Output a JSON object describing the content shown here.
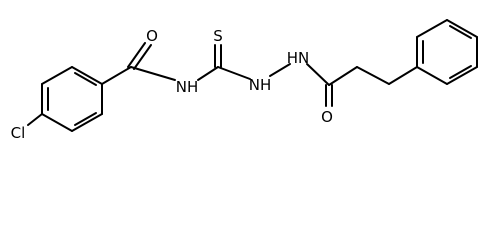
{
  "molecule": {
    "atom_labels": {
      "chlorine": "Cl",
      "amide_oxygen": "O",
      "amide_nh": "NH",
      "thione_sulfur": "S",
      "hydrazine_nh_1": "NH",
      "hydrazine_nh_2": "HN",
      "acyl_oxygen": "O"
    },
    "colors": {
      "bond": "#000000",
      "background": "#ffffff"
    }
  }
}
